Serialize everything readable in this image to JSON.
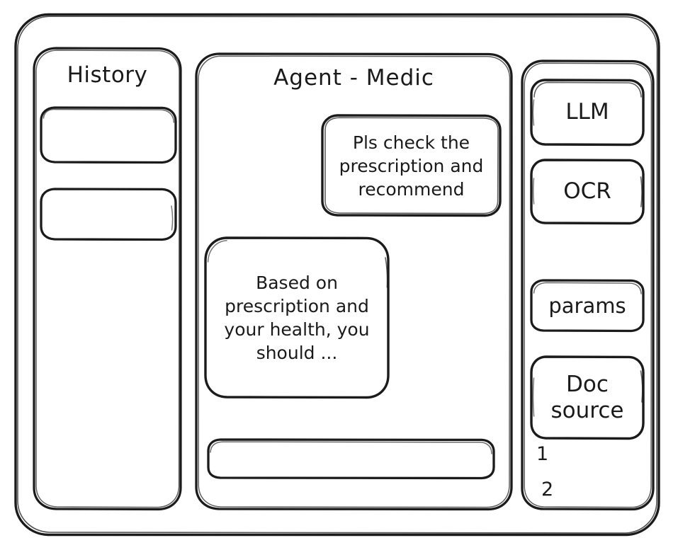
{
  "window": {
    "name": "agent-wireframe-window"
  },
  "history": {
    "title": "History",
    "items": [
      {
        "label": ""
      },
      {
        "label": ""
      }
    ]
  },
  "agent": {
    "title": "Agent - Medic",
    "messages": [
      {
        "role": "user",
        "text": "Pls check the prescription and recommend"
      },
      {
        "role": "assistant",
        "text": "Based on prescription and your health, you should ..."
      }
    ],
    "input": {
      "value": "",
      "placeholder": ""
    }
  },
  "tools": {
    "buttons": [
      {
        "label": "LLM"
      },
      {
        "label": "OCR"
      },
      {
        "label": "params"
      },
      {
        "label": "Doc source"
      }
    ],
    "sources": [
      {
        "label": "1"
      },
      {
        "label": "2"
      }
    ]
  },
  "style": {
    "stroke": "#1b1b1b",
    "background": "#ffffff"
  }
}
